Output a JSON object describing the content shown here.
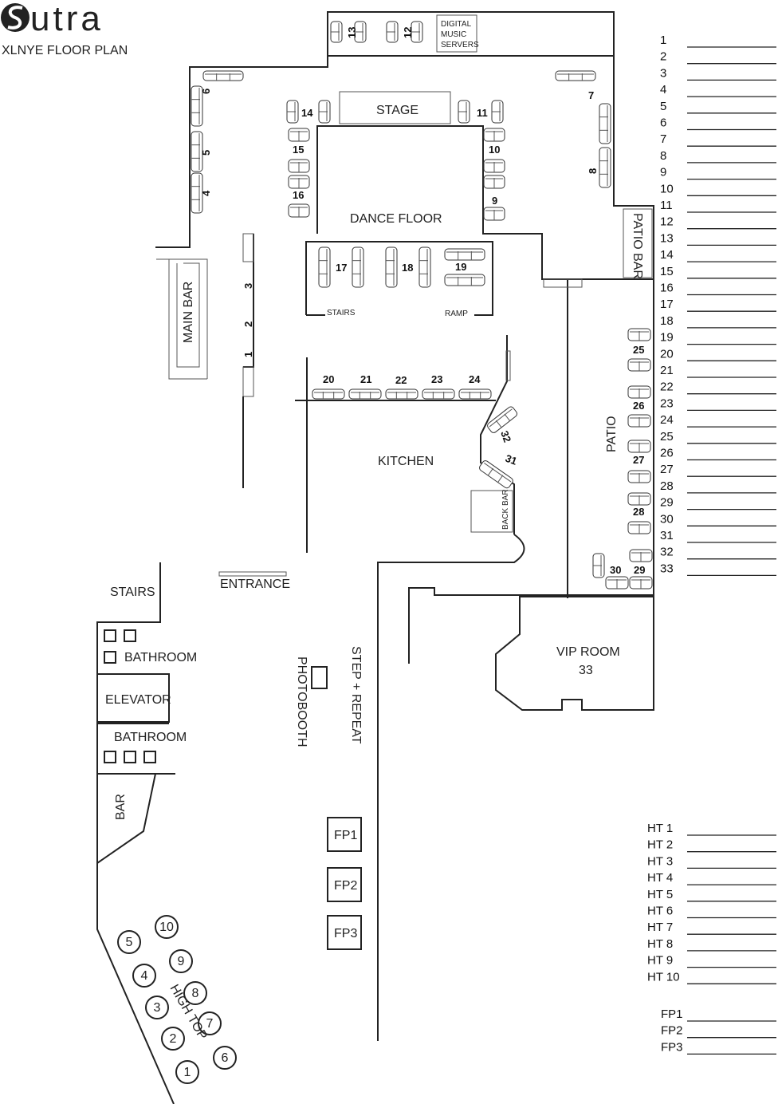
{
  "header": {
    "logo": "Sutra",
    "subtitle": "XLNYE FLOOR PLAN"
  },
  "rooms": {
    "digital_music_servers": [
      "DIGITAL",
      "MUSIC",
      "SERVERS"
    ],
    "stage": "STAGE",
    "dance_floor": "DANCE FLOOR",
    "patio_bar": "PATIO BAR",
    "main_bar": "MAIN BAR",
    "stairs_riser": "STAIRS",
    "ramp": "RAMP",
    "kitchen": "KITCHEN",
    "back_bar": "BACK BAR",
    "patio": "PATIO",
    "entrance": "ENTRANCE",
    "stairs": "STAIRS",
    "bathroom_top": "BATHROOM",
    "elevator": "ELEVATOR",
    "bathroom_bottom": "BATHROOM",
    "bar": "BAR",
    "photobooth": "PHOTOBOOTH",
    "step_repeat": "STEP + REPEAT",
    "vip_room": "VIP ROOM",
    "vip_number": "33",
    "high_top": "HIGH TOP"
  },
  "main_bar_stations": [
    "1",
    "2",
    "3"
  ],
  "tables": [
    "4",
    "5",
    "6",
    "7",
    "8",
    "9",
    "10",
    "11",
    "12",
    "13",
    "14",
    "15",
    "16",
    "17",
    "18",
    "19",
    "20",
    "21",
    "22",
    "23",
    "24",
    "25",
    "26",
    "27",
    "28",
    "29",
    "30",
    "31",
    "32"
  ],
  "fp_boxes": [
    "FP1",
    "FP2",
    "FP3"
  ],
  "high_tops": [
    "1",
    "2",
    "3",
    "4",
    "5",
    "6",
    "7",
    "8",
    "9",
    "10"
  ],
  "table_list": [
    "1",
    "2",
    "3",
    "4",
    "5",
    "6",
    "7",
    "8",
    "9",
    "10",
    "11",
    "12",
    "13",
    "14",
    "15",
    "16",
    "17",
    "18",
    "19",
    "20",
    "21",
    "22",
    "23",
    "24",
    "25",
    "26",
    "27",
    "28",
    "29",
    "30",
    "31",
    "32",
    "33"
  ],
  "ht_list": [
    "HT 1",
    "HT 2",
    "HT 3",
    "HT 4",
    "HT 5",
    "HT 6",
    "HT 7",
    "HT 8",
    "HT 9",
    "HT 10"
  ],
  "fp_list": [
    "FP1",
    "FP2",
    "FP3"
  ]
}
